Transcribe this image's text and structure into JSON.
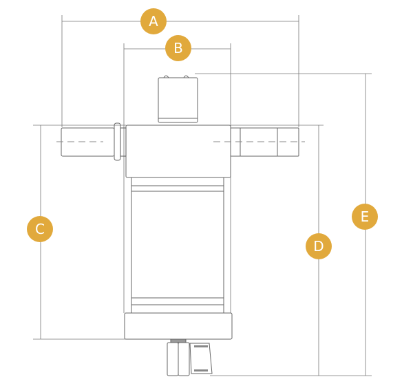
{
  "accent_color": "#E1A93C",
  "dimensions": [
    {
      "id": "A",
      "label": "A"
    },
    {
      "id": "B",
      "label": "B"
    },
    {
      "id": "C",
      "label": "C"
    },
    {
      "id": "D",
      "label": "D"
    },
    {
      "id": "E",
      "label": "E"
    }
  ]
}
